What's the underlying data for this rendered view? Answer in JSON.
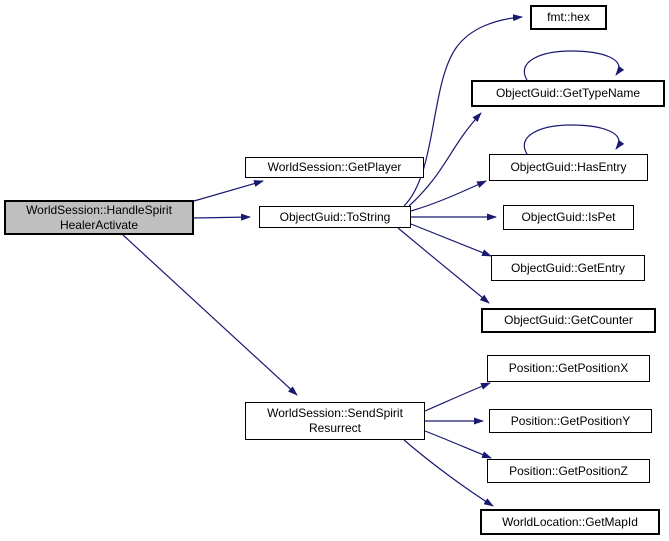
{
  "diagram_type": "call-graph",
  "colors": {
    "edge": "#191970",
    "node_fill": "#ffffff",
    "node_border": "#000000",
    "highlight_fill": "#bfbfbf",
    "text": "#000000",
    "background": "#ffffff"
  },
  "nodes": {
    "main": {
      "label": "WorldSession::HandleSpirit\nHealerActivate",
      "highlighted": true
    },
    "get_player": {
      "label": "WorldSession::GetPlayer"
    },
    "to_string": {
      "label": "ObjectGuid::ToString"
    },
    "fmt_hex": {
      "label": "fmt::hex"
    },
    "get_type_name": {
      "label": "ObjectGuid::GetTypeName"
    },
    "has_entry": {
      "label": "ObjectGuid::HasEntry"
    },
    "is_pet": {
      "label": "ObjectGuid::IsPet"
    },
    "get_entry": {
      "label": "ObjectGuid::GetEntry"
    },
    "get_counter": {
      "label": "ObjectGuid::GetCounter"
    },
    "get_position_x": {
      "label": "Position::GetPositionX"
    },
    "get_position_y": {
      "label": "Position::GetPositionY"
    },
    "get_position_z": {
      "label": "Position::GetPositionZ"
    },
    "get_map_id": {
      "label": "WorldLocation::GetMapId"
    },
    "send_spirit_resurrect": {
      "label": "WorldSession::SendSpirit\nResurrect"
    }
  },
  "edges": [
    {
      "from": "WorldSession::HandleSpiritHealerActivate",
      "to": "WorldSession::GetPlayer"
    },
    {
      "from": "WorldSession::HandleSpiritHealerActivate",
      "to": "ObjectGuid::ToString"
    },
    {
      "from": "WorldSession::HandleSpiritHealerActivate",
      "to": "WorldSession::SendSpiritResurrect"
    },
    {
      "from": "ObjectGuid::ToString",
      "to": "fmt::hex"
    },
    {
      "from": "ObjectGuid::ToString",
      "to": "ObjectGuid::GetTypeName"
    },
    {
      "from": "ObjectGuid::ToString",
      "to": "ObjectGuid::HasEntry"
    },
    {
      "from": "ObjectGuid::ToString",
      "to": "ObjectGuid::IsPet"
    },
    {
      "from": "ObjectGuid::ToString",
      "to": "ObjectGuid::GetEntry"
    },
    {
      "from": "ObjectGuid::ToString",
      "to": "ObjectGuid::GetCounter"
    },
    {
      "from": "ObjectGuid::GetTypeName",
      "to": "ObjectGuid::GetTypeName",
      "recursive": true
    },
    {
      "from": "ObjectGuid::HasEntry",
      "to": "ObjectGuid::HasEntry",
      "recursive": true
    },
    {
      "from": "WorldSession::SendSpiritResurrect",
      "to": "Position::GetPositionX"
    },
    {
      "from": "WorldSession::SendSpiritResurrect",
      "to": "Position::GetPositionY"
    },
    {
      "from": "WorldSession::SendSpiritResurrect",
      "to": "Position::GetPositionZ"
    },
    {
      "from": "WorldSession::SendSpiritResurrect",
      "to": "WorldLocation::GetMapId"
    }
  ]
}
